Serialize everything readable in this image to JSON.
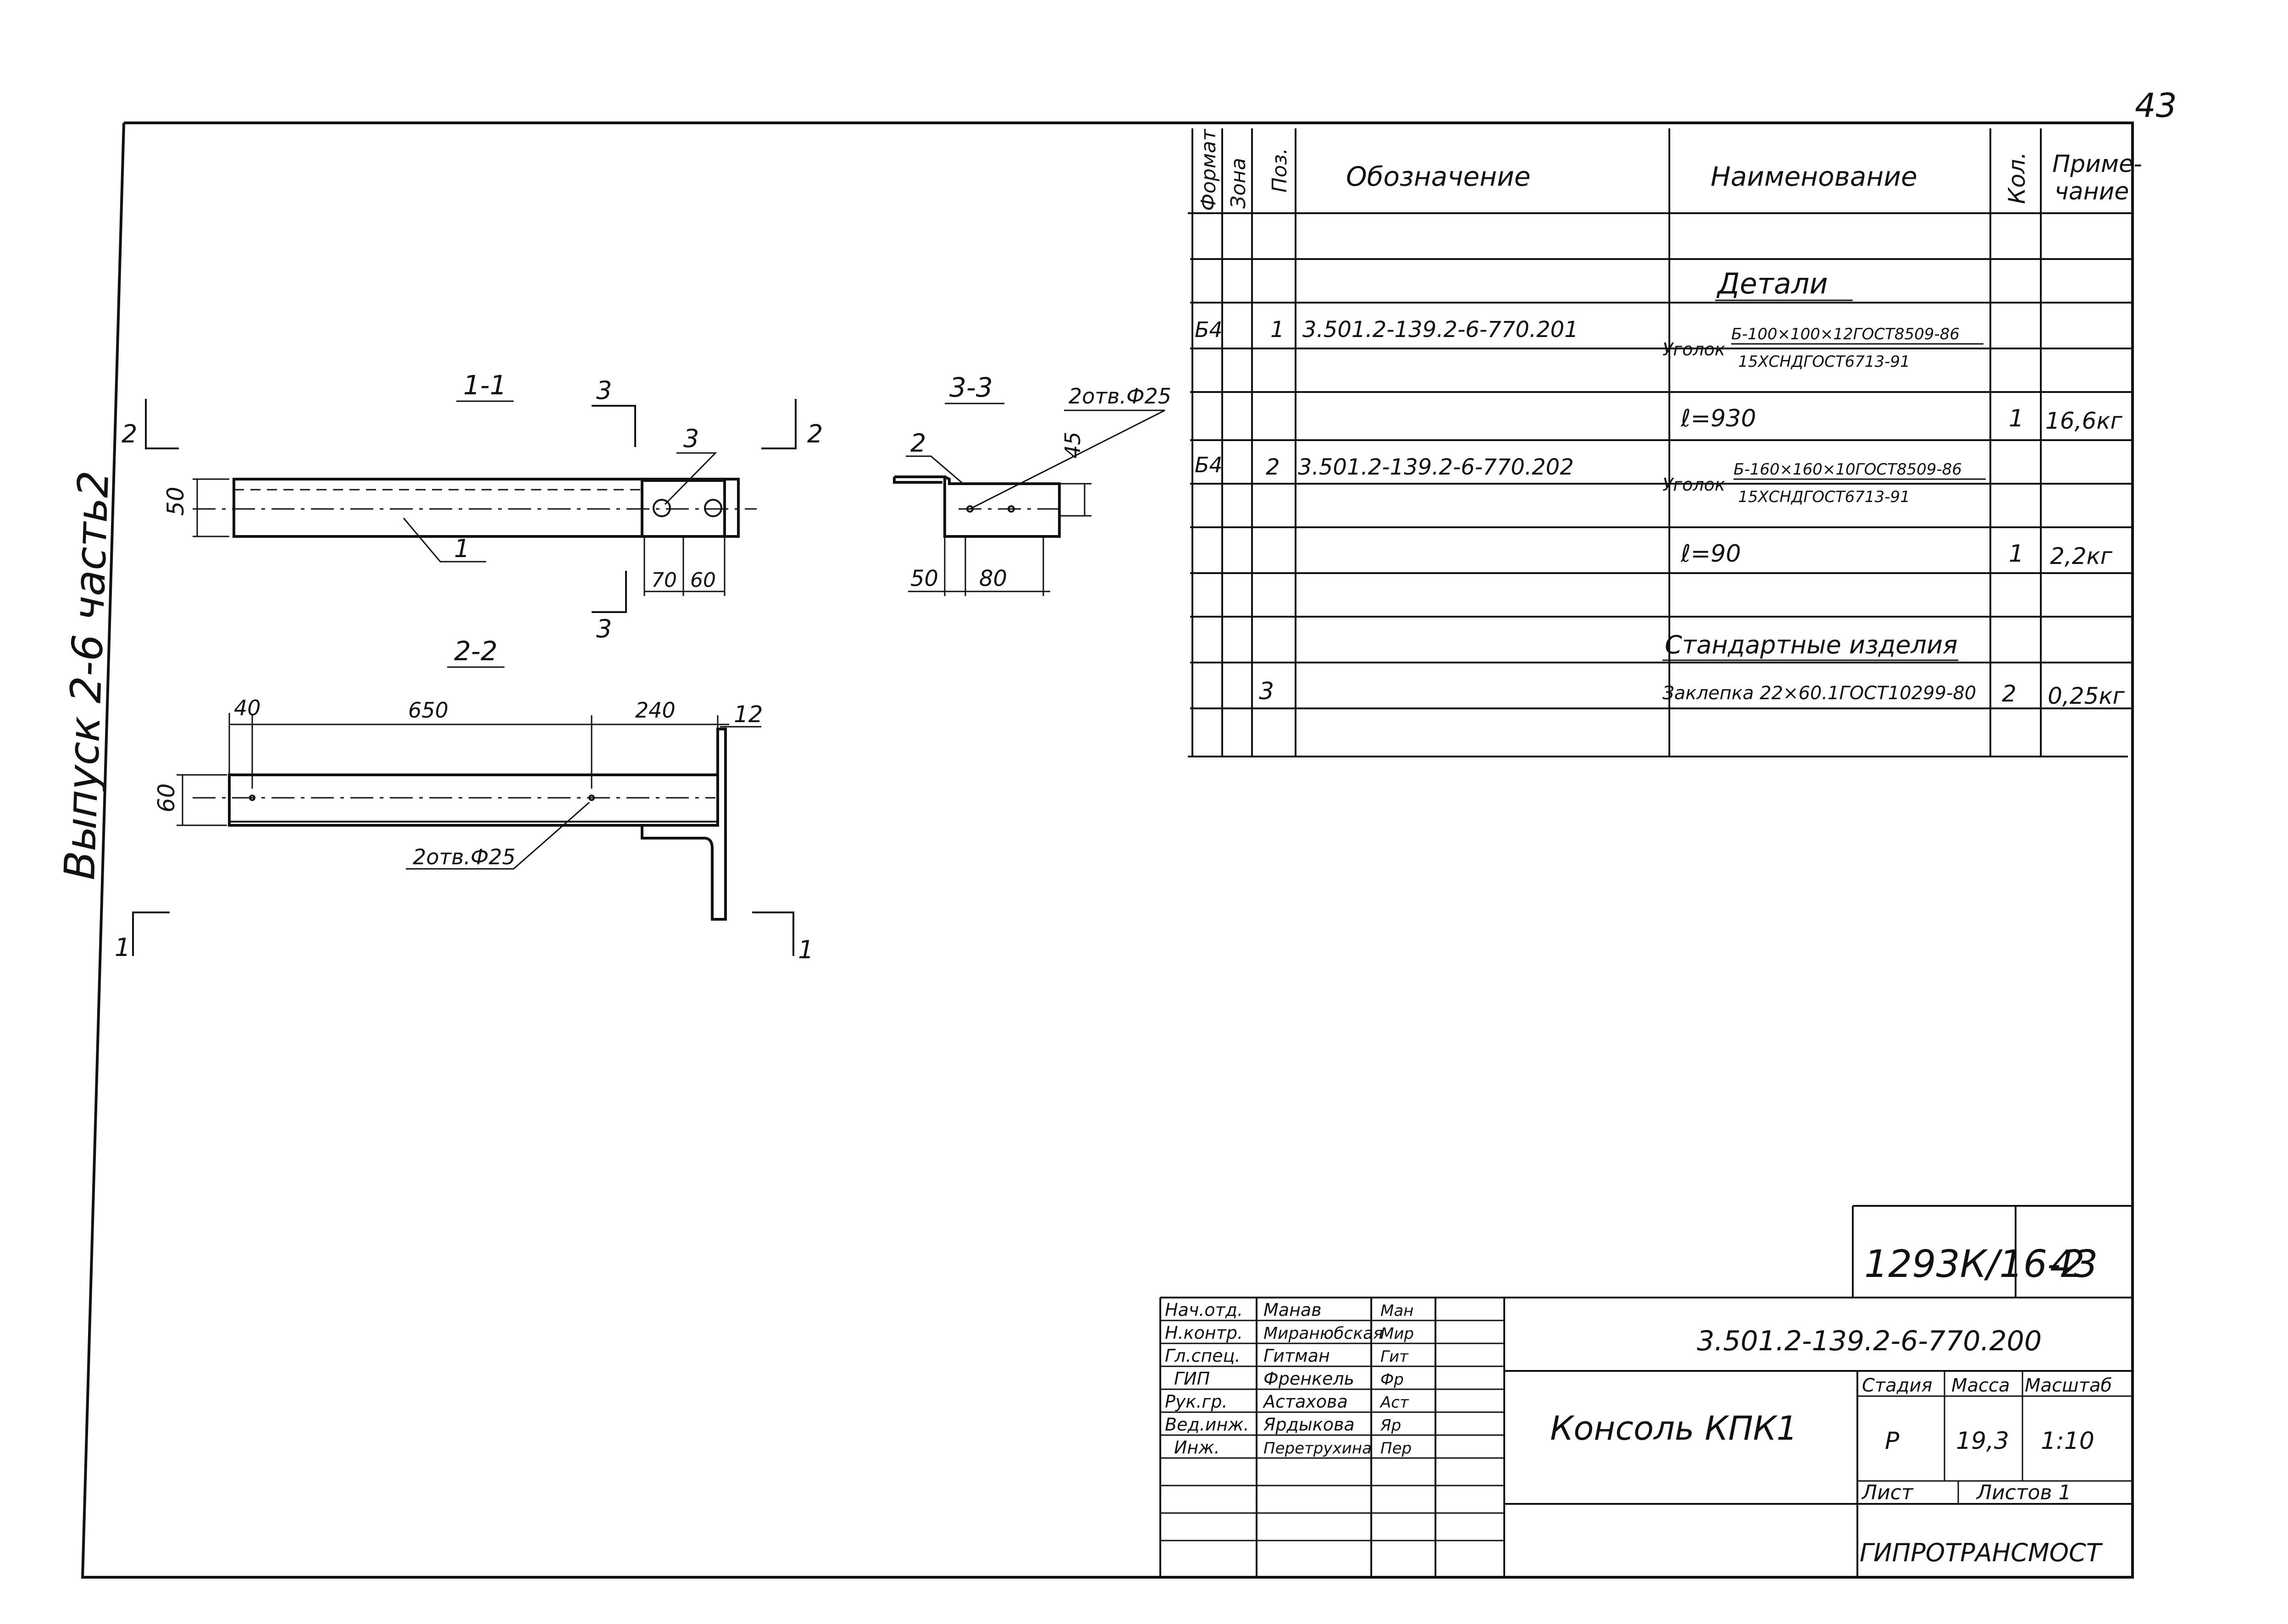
{
  "page_number": "43",
  "side_title": "Выпуск 2-6 часть2",
  "drawing": {
    "section_11": {
      "title": "1-1",
      "cut2_left": "2",
      "cut2_right": "2",
      "cut3_top": "3",
      "cut3_bottom": "3",
      "pos3": "3",
      "pos1": "1",
      "dim_height": "50",
      "dim_a": "70",
      "dim_b": "60"
    },
    "section_22": {
      "title": "2-2",
      "dim_a": "40",
      "dim_b": "650",
      "dim_c": "240",
      "dim_d": "12",
      "dim_height": "60",
      "holes": "2отв.Ф25",
      "cut1_left": "1",
      "cut1_right": "1"
    },
    "section_33": {
      "title": "3-3",
      "holes": "2отв.Ф25",
      "pos2": "2",
      "dim_height": "45",
      "dim_a": "50",
      "dim_b": "80"
    }
  },
  "spec": {
    "headers": {
      "format": "Формат",
      "zone": "Зона",
      "pos": "Поз.",
      "designation": "Обозначение",
      "name": "Наименование",
      "qty": "Кол.",
      "note_line1": "Приме-",
      "note_line2": "чание"
    },
    "sec_details": "Детали",
    "item1": {
      "format": "Б4",
      "pos": "1",
      "designation": "3.501.2-139.2-6-770.201",
      "name_prefix": "Уголок",
      "frac_top": "Б-100×100×12ГОСТ8509-86",
      "frac_bottom": "15ХСНДГОСТ6713-91",
      "length": "ℓ=930",
      "qty": "1",
      "note": "16,6кг"
    },
    "item2": {
      "format": "Б4",
      "pos": "2",
      "designation": "3.501.2-139.2-6-770.202",
      "name_prefix": "Уголок",
      "frac_top": "Б-160×160×10ГОСТ8509-86",
      "frac_bottom": "15ХСНДГОСТ6713-91",
      "length": "ℓ=90",
      "qty": "1",
      "note": "2,2кг"
    },
    "sec_standard": "Стандартные изделия",
    "item3": {
      "pos": "3",
      "name": "Заклепка 22×60.1ГОСТ10299-80",
      "qty": "2",
      "note": "0,25кг"
    }
  },
  "title_block": {
    "project_code": "1293К/16-2",
    "sheet_no": "43",
    "doc_code": "3.501.2-139.2-6-770.200",
    "product": "Консоль КПК1",
    "stage_label": "Стадия",
    "mass_label": "Масса",
    "scale_label": "Масштаб",
    "stage": "Р",
    "mass": "19,3",
    "scale": "1:10",
    "sheet_label": "Лист",
    "sheets_label": "Листов 1",
    "org": "ГИПРОТРАНСМОСТ",
    "staff": [
      {
        "role": "Нач.отд.",
        "name": "Манав",
        "sign": "Ман"
      },
      {
        "role": "Н.контр.",
        "name": "Миранюбская",
        "sign": "Мир"
      },
      {
        "role": "Гл.спец.",
        "name": "Гитман",
        "sign": "Гит"
      },
      {
        "role": "ГИП",
        "name": "Френкель",
        "sign": "Фр"
      },
      {
        "role": "Рук.гр.",
        "name": "Астахова",
        "sign": "Аст"
      },
      {
        "role": "Вед.инж.",
        "name": "Ярдыкова",
        "sign": "Яр"
      },
      {
        "role": "Инж.",
        "name": "Перетрухина",
        "sign": "Пер"
      }
    ]
  }
}
